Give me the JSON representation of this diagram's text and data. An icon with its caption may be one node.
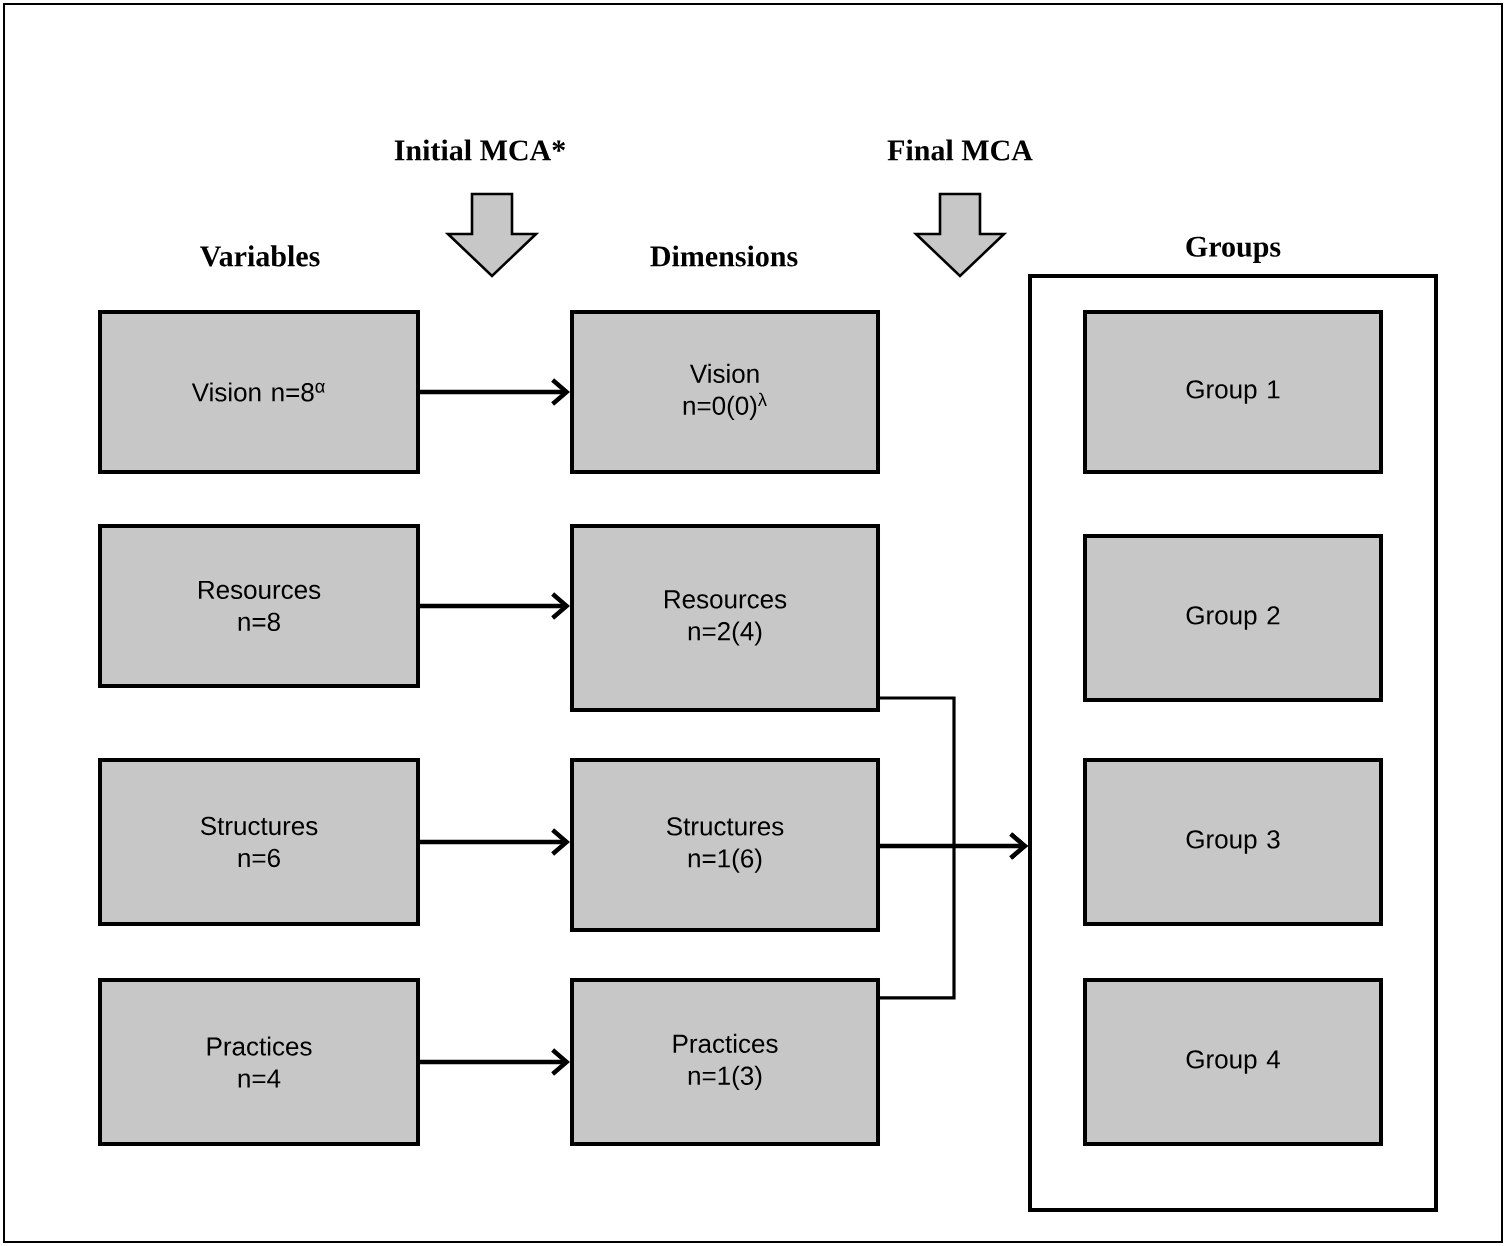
{
  "diagram": {
    "nodes": [
      {
        "text": [
          "Vision n=8$^{α}$"
        ]
      },
      {
        "text": [
          "Vision n=0(0)$^{λ}$"
        ]
      },
      {
        "text": [
          "Resources n=8"
        ]
      },
      {
        "text": [
          "Resources n=2(4)"
        ]
      },
      {
        "text": [
          "Structures n=6"
        ]
      },
      {
        "text": [
          "Structures n=1(6)"
        ]
      },
      {
        "text": [
          "Practices n=4"
        ]
      },
      {
        "text": [
          "Practices n=1(3)"
        ]
      },
      {
        "text": [
          "Groups"
        ]
      },
      {
        "text": [
          "Group 1"
        ],
        "in": 8
      },
      {
        "text": [
          "Group 2"
        ],
        "in": 8
      },
      {
        "text": [
          "Group 3"
        ],
        "in": 8
      },
      {
        "text": [
          "Group 4"
        ],
        "in": 8
      }
    ],
    "edges": [
      {
        "from": 0,
        "to": 1,
        "arrow": "to"
      },
      {
        "from": 2,
        "to": 3,
        "arrow": "to"
      },
      {
        "from": 4,
        "to": 5,
        "arrow": "to"
      },
      {
        "from": 6,
        "to": 7,
        "arrow": "to"
      },
      {
        "from": 3,
        "to": 8,
        "arrow": "to"
      },
      {
        "from": 5,
        "to": 8,
        "arrow": "to"
      },
      {
        "from": 7,
        "to": 8,
        "arrow": "to"
      }
    ],
    "labels": [
      "Initial MCA*",
      "Final MCA",
      "Variables",
      "Dimensions"
    ]
  }
}
